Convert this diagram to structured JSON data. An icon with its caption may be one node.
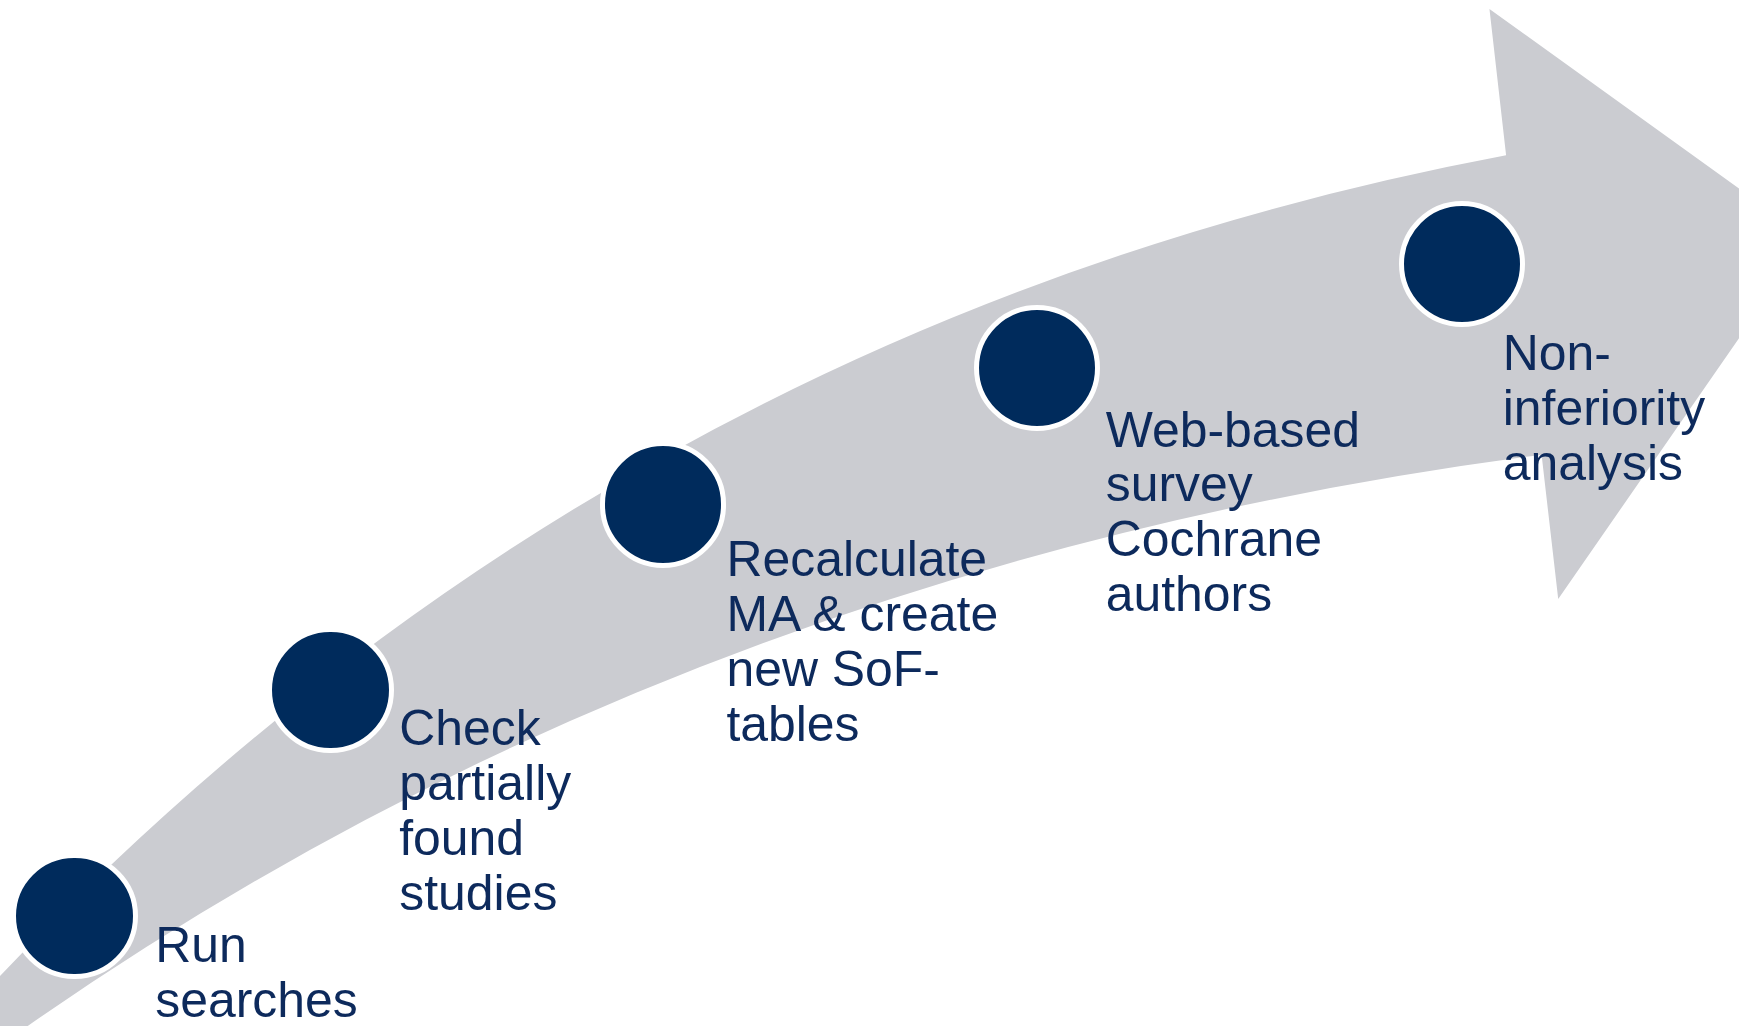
{
  "diagram": {
    "nodes": [
      {
        "text": [],
        "shape": "circle",
        "beside": [
          "Run searches"
        ]
      },
      {
        "text": [],
        "shape": "circle",
        "beside": [
          "Check partially found studies"
        ]
      },
      {
        "text": [],
        "shape": "circle",
        "beside": [
          "Recalculate MA & create new SoF-tables"
        ]
      },
      {
        "text": [],
        "shape": "circle",
        "beside": [
          "Web-based survey Cochrane authors"
        ]
      },
      {
        "text": [],
        "shape": "circle",
        "beside": [
          "Non-inferiority analysis"
        ]
      }
    ]
  }
}
